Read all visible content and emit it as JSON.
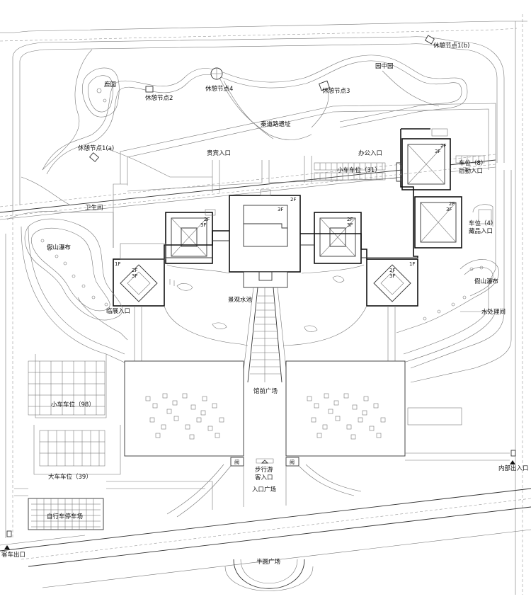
{
  "labels": {
    "rest_node_1b": "休憩节点1(b)",
    "garden_center": "园中园",
    "deer_garden": "鹿园",
    "rest_node_2": "休憩节点2",
    "rest_node_4": "休憩节点4",
    "rest_node_3": "休憩节点3",
    "qin_road_site": "秦道路遗址",
    "rest_node_1a": "休憩节点1(a)",
    "vip_entrance": "贵宾入口",
    "office_entrance": "办公入口",
    "small_car_31": "小车车位（31）",
    "car_8": "车位（8）",
    "back_service_entrance": "后勤入口",
    "restroom": "卫生间",
    "car_4": "车位（4）",
    "collection_entrance": "藏品入口",
    "rockery_waterfall_left": "假山瀑布",
    "rockery_waterfall_right": "假山瀑布",
    "temp_exhibit_entrance": "临展入口",
    "landscape_pool": "景观水池",
    "water_treatment": "水处理间",
    "museum_plaza": "馆前广场",
    "small_car_98": "小车车位（98）",
    "gate_left": "阙",
    "gate_right": "阙",
    "pedestrian_entrance_1": "步行游",
    "pedestrian_entrance_2": "客入口",
    "internal_exit": "内部出入口",
    "entrance_plaza": "入口广场",
    "bus_39": "大车车位（39）",
    "bike_parking": "自行车停车场",
    "visitor_exit": "客车出口",
    "semicircle_plaza": "半圆广场"
  },
  "floors": {
    "f1": "1F",
    "f2": "2F",
    "f3": "3F"
  }
}
